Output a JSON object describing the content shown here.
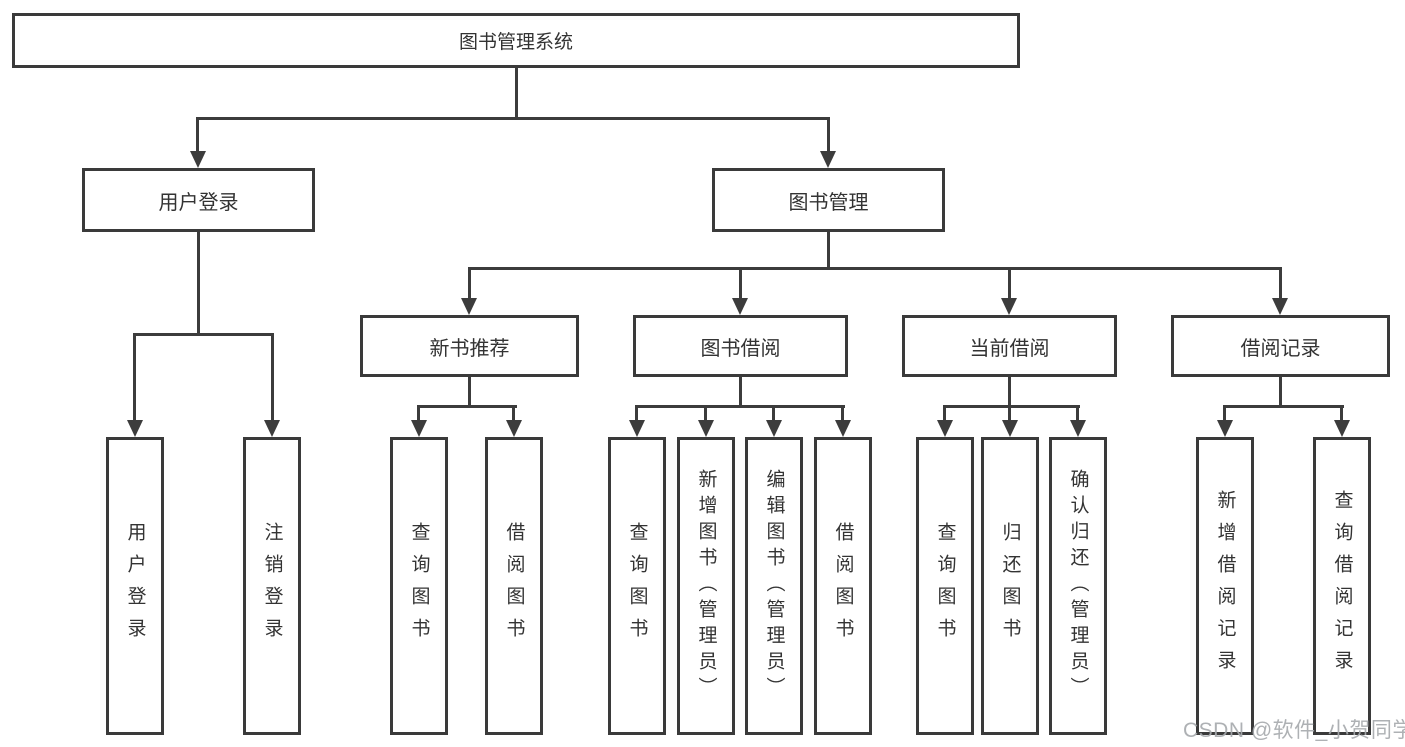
{
  "tree": {
    "label": "图书管理系统",
    "children": [
      {
        "label": "用户登录",
        "children": [
          {
            "label": "用户登录"
          },
          {
            "label": "注销登录"
          }
        ]
      },
      {
        "label": "图书管理",
        "children": [
          {
            "label": "新书推荐",
            "children": [
              {
                "label": "查询图书"
              },
              {
                "label": "借阅图书"
              }
            ]
          },
          {
            "label": "图书借阅",
            "children": [
              {
                "label": "查询图书"
              },
              {
                "label": "新增图书（管理员）"
              },
              {
                "label": "编辑图书（管理员）"
              },
              {
                "label": "借阅图书"
              }
            ]
          },
          {
            "label": "当前借阅",
            "children": [
              {
                "label": "查询图书"
              },
              {
                "label": "归还图书"
              },
              {
                "label": "确认归还（管理员）"
              }
            ]
          },
          {
            "label": "借阅记录",
            "children": [
              {
                "label": "新增借阅记录"
              },
              {
                "label": "查询借阅记录"
              }
            ]
          }
        ]
      }
    ]
  },
  "watermark": {
    "text": "CSDN @软件_小贺同学"
  },
  "colors": {
    "box_border": "#3a3a3a",
    "connector_line": "#3c3c3c",
    "box_fill": "#ffffff",
    "text": "#333333",
    "watermark_text": "#a7aaae"
  }
}
